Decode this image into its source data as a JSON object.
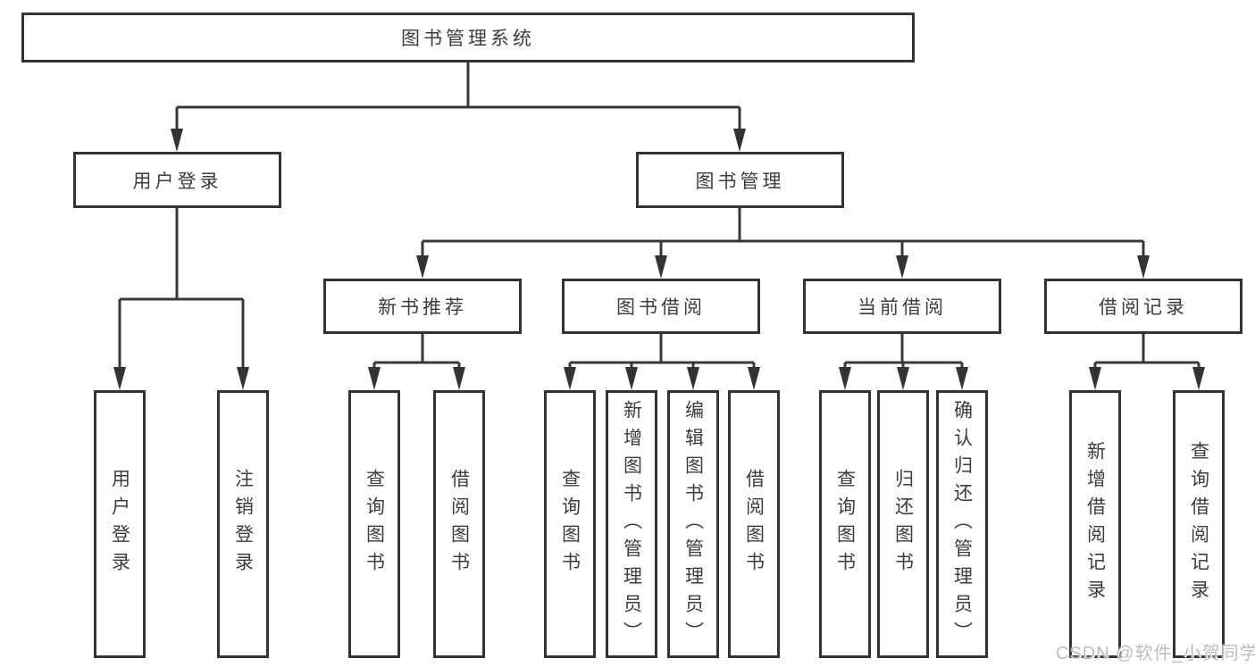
{
  "diagram": {
    "root": {
      "label": "图书管理系统"
    },
    "branches": [
      {
        "label": "用户登录",
        "children": [
          {
            "label": "用户登录"
          },
          {
            "label": "注销登录"
          }
        ]
      },
      {
        "label": "图书管理",
        "children": [
          {
            "label": "新书推荐",
            "children": [
              {
                "label": "查询图书"
              },
              {
                "label": "借阅图书"
              }
            ]
          },
          {
            "label": "图书借阅",
            "children": [
              {
                "label": "查询图书"
              },
              {
                "label": "新增图书（管理员）"
              },
              {
                "label": "编辑图书（管理员）"
              },
              {
                "label": "借阅图书"
              }
            ]
          },
          {
            "label": "当前借阅",
            "children": [
              {
                "label": "查询图书"
              },
              {
                "label": "归还图书"
              },
              {
                "label": "确认归还（管理员）"
              }
            ]
          },
          {
            "label": "借阅记录",
            "children": [
              {
                "label": "新增借阅记录"
              },
              {
                "label": "查询借阅记录"
              }
            ]
          }
        ]
      }
    ]
  },
  "watermark": {
    "text": "CSDN @软件_小贺同学",
    "color": "#bdbdbd"
  },
  "colors": {
    "line": "#383838",
    "box_border": "#333333",
    "text": "#3d3d3d",
    "background": "#ffffff"
  }
}
